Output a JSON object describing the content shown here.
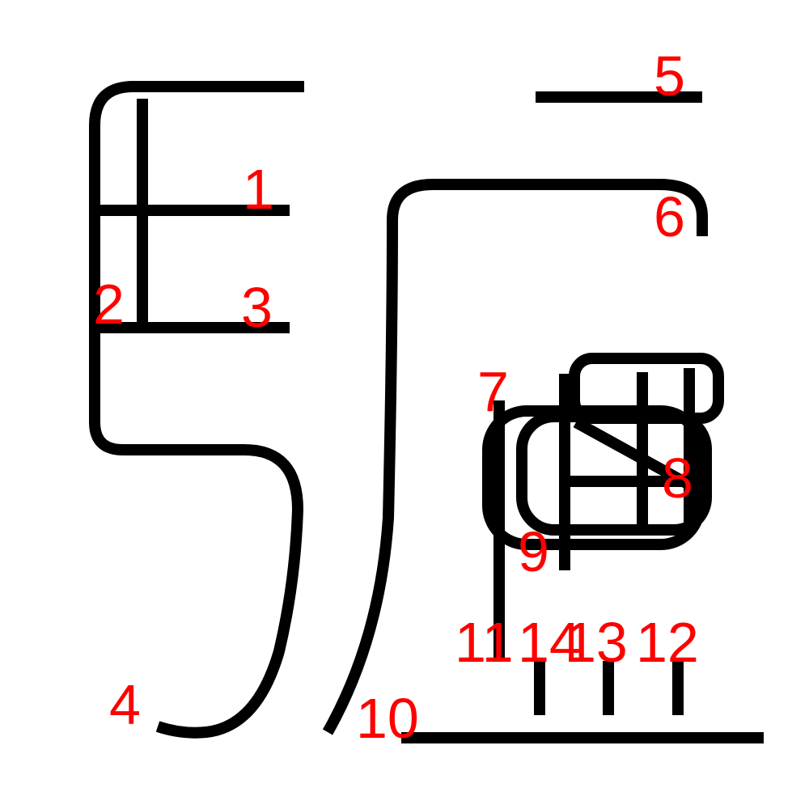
{
  "colors": {
    "stroke": "#000000",
    "label": "#ff0000",
    "background": "#ffffff"
  },
  "stroke_labels": [
    "1",
    "2",
    "3",
    "4",
    "5",
    "6",
    "7",
    "8",
    "9",
    "10",
    "11",
    "14",
    "13",
    "12"
  ]
}
